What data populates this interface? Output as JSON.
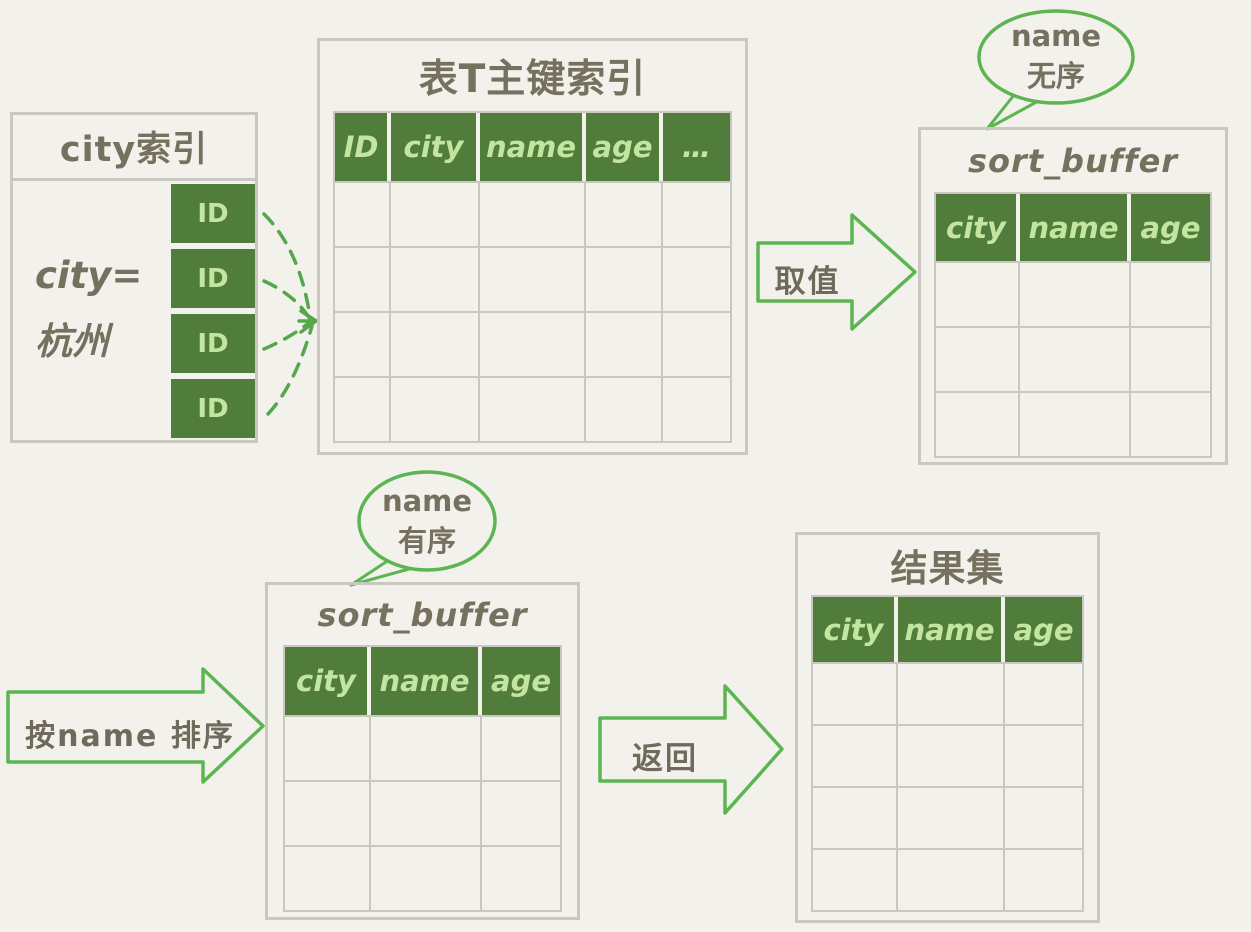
{
  "colors": {
    "background": "#f2f1ec",
    "table_border": "#c9c7c0",
    "header_green": "#507d3c",
    "header_text_green": "#c3e5a0",
    "outline_green": "#5cb551",
    "dashed_green": "#55a74a",
    "text_dark": "#76705f"
  },
  "city_index": {
    "title": "city索引",
    "label_line1": "city=",
    "label_line2": "杭州",
    "ids": [
      "ID",
      "ID",
      "ID",
      "ID"
    ]
  },
  "primary_key_table": {
    "title": "表T主键索引",
    "headers": [
      "ID",
      "city",
      "name",
      "age",
      "…"
    ],
    "rows": 4
  },
  "arrow_fetch": {
    "label": "取值"
  },
  "arrow_sort": {
    "label": "按name 排序"
  },
  "arrow_return": {
    "label": "返回"
  },
  "sort_buffer_top": {
    "bubble_line1": "name",
    "bubble_line2": "无序",
    "title": "sort_buffer",
    "headers": [
      "city",
      "name",
      "age"
    ],
    "rows": 3
  },
  "sort_buffer_bottom": {
    "bubble_line1": "name",
    "bubble_line2": "有序",
    "title": "sort_buffer",
    "headers": [
      "city",
      "name",
      "age"
    ],
    "rows": 3
  },
  "result_set": {
    "title": "结果集",
    "headers": [
      "city",
      "name",
      "age"
    ],
    "rows": 4
  }
}
